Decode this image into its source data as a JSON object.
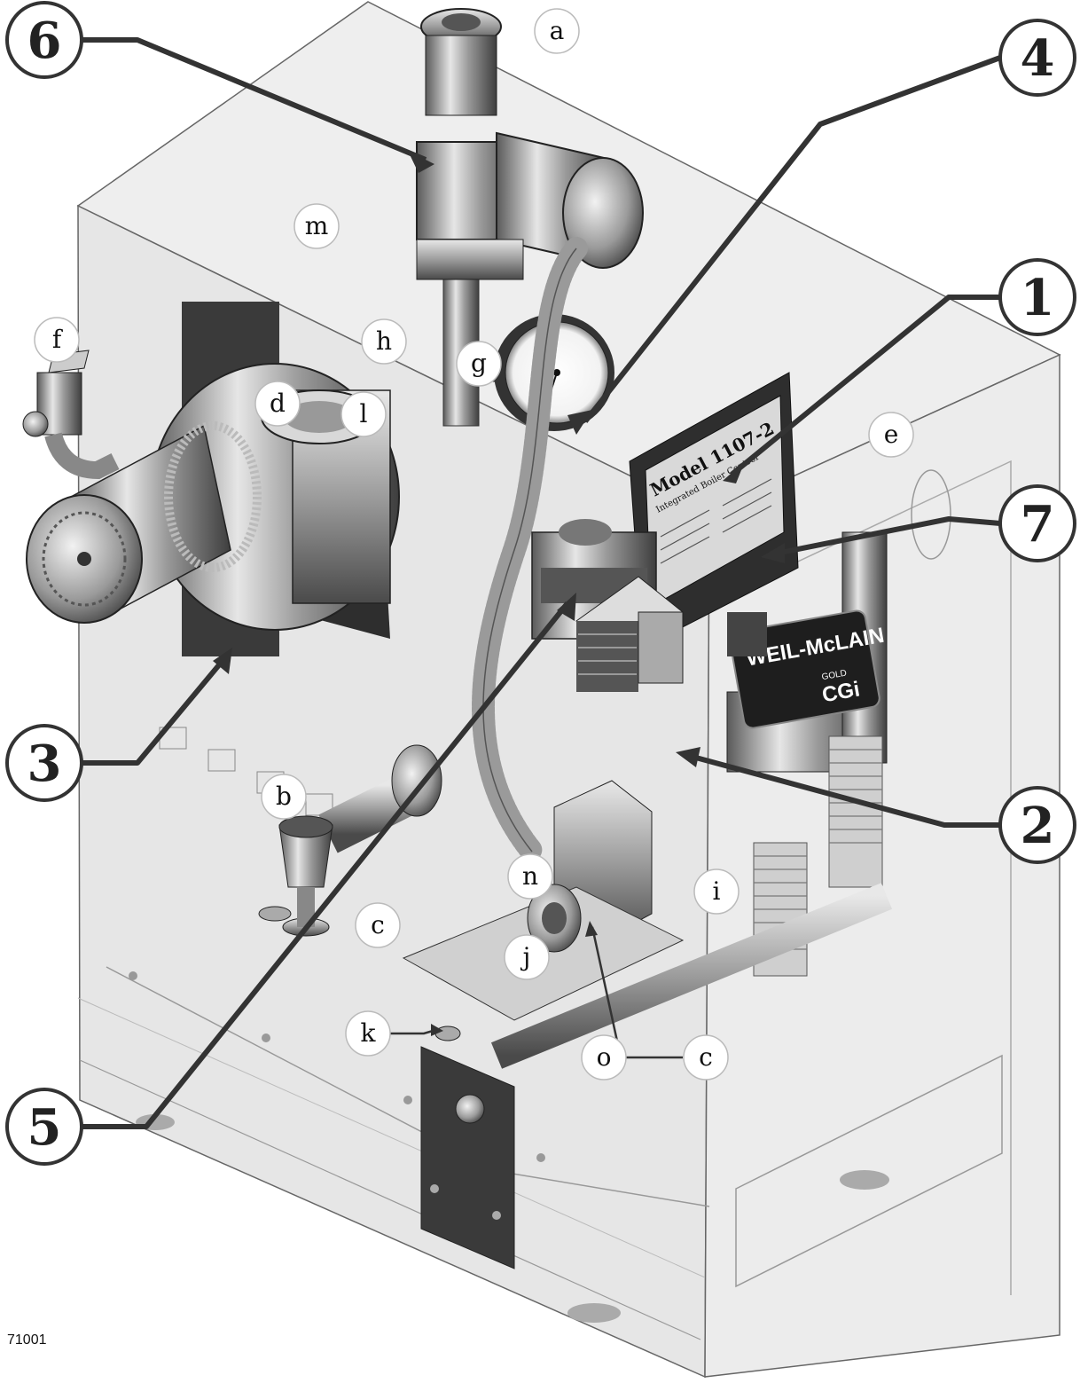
{
  "drawing_code": "71001",
  "callouts_numbered": [
    "1",
    "2",
    "3",
    "4",
    "5",
    "6",
    "7"
  ],
  "callouts_lettered": [
    "a",
    "b",
    "c",
    "c",
    "d",
    "e",
    "f",
    "g",
    "h",
    "i",
    "j",
    "k",
    "l",
    "m",
    "n",
    "o"
  ],
  "control_label": {
    "model": "Model 1107-2",
    "subtitle": "Integrated Boiler Control"
  },
  "brand_plate": {
    "brand": "WEIL-McLAIN",
    "series_small": "GOLD",
    "series_big": "CGi"
  },
  "colors": {
    "line": "#3a3a3a",
    "cabinet_fill": "#e9e9e9",
    "metal_dark": "#4a4a4a",
    "metal_light": "#cfcfcf"
  }
}
